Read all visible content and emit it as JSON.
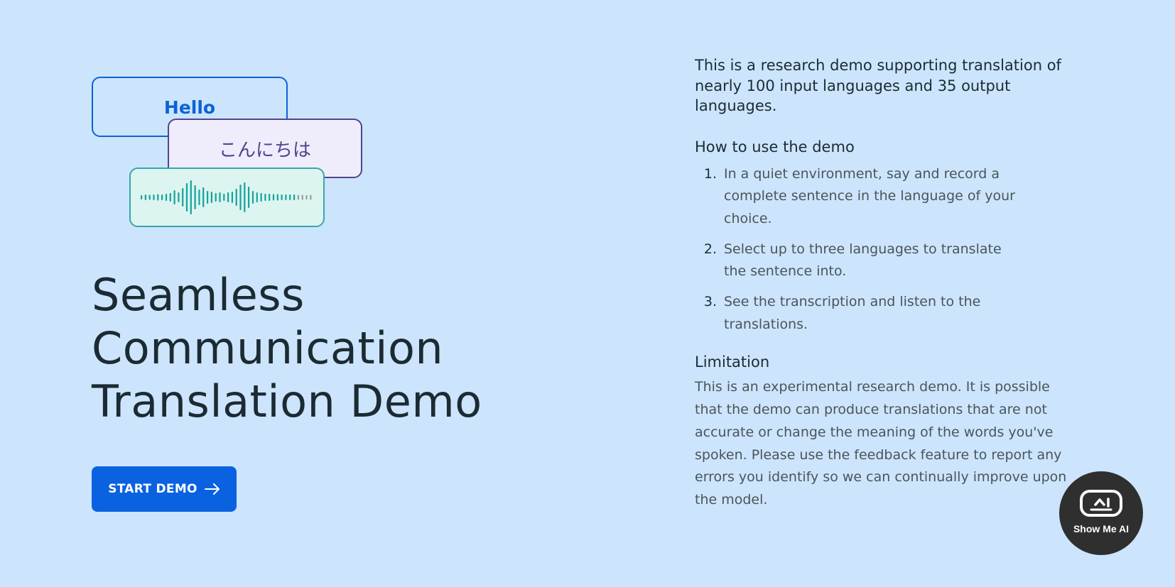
{
  "illustration": {
    "hello_text": "Hello",
    "japanese_text": "こんにちは",
    "colors": {
      "hello": "#0b63d6",
      "japanese": "#52448c",
      "wave": "#14a39a"
    }
  },
  "hero": {
    "title_lines": [
      "Seamless",
      "Communication",
      "Translation Demo"
    ],
    "start_button_label": "START DEMO",
    "start_button_color": "#0a62e0"
  },
  "info": {
    "intro": "This is a research demo supporting translation of nearly 100 input languages and 35 output languages.",
    "how_to_heading": "How to use the demo",
    "steps": [
      {
        "num": "1.",
        "text": "In a quiet environment, say and record a complete sentence in the language of your choice."
      },
      {
        "num": "2.",
        "text": "Select up to three languages to translate the sentence into."
      },
      {
        "num": "3.",
        "text": "See the transcription and listen to the translations."
      }
    ],
    "limitation_heading": "Limitation",
    "limitation_text": "This is an experimental research demo. It is possible that the demo can produce translations that are not accurate or change the meaning of the words you've spoken. Please use the feedback feature to report any errors you identify so we can continually improve upon the model."
  },
  "badge": {
    "label": "Show Me AI",
    "icon": "robot-monitor-icon"
  },
  "colors": {
    "background": "#cce5fd",
    "text": "#1c2b33",
    "muted": "#4b5458"
  }
}
